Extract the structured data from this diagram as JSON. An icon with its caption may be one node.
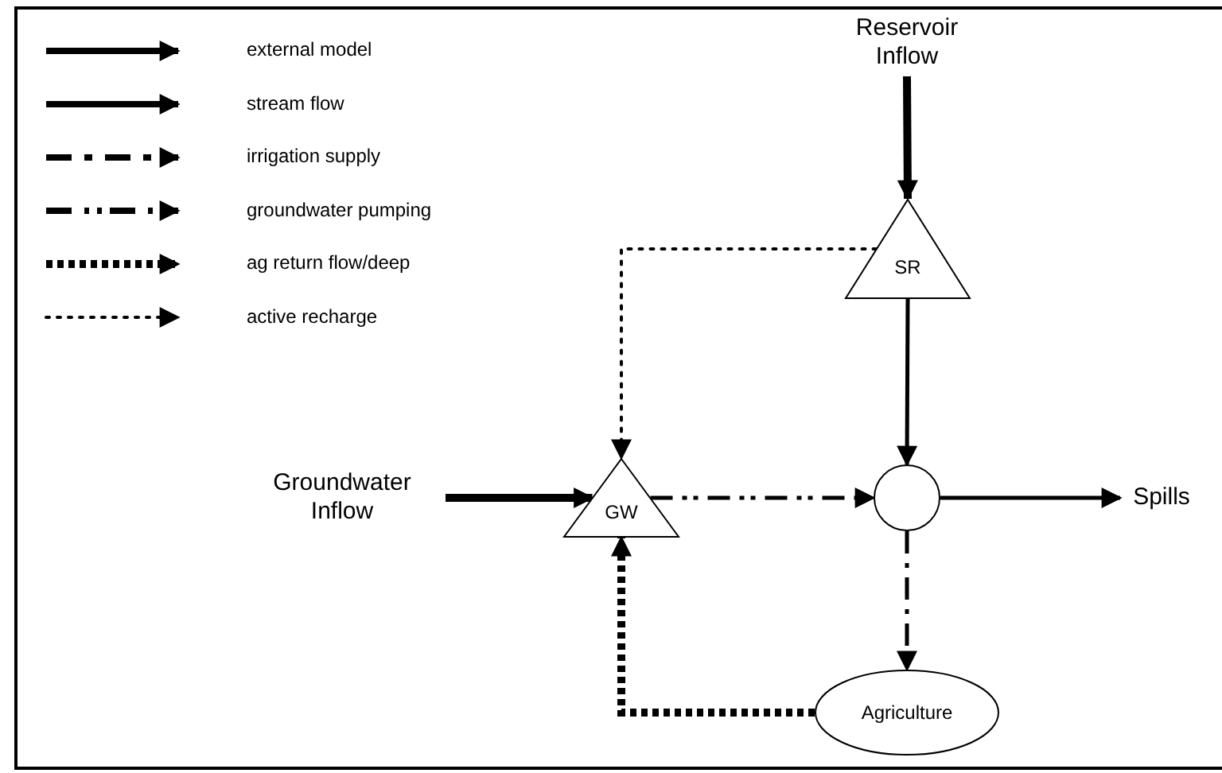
{
  "diagram": {
    "nodes": [
      {
        "text": [
          "Reservoir Inflow"
        ]
      },
      {
        "text": [
          "SR"
        ]
      },
      {
        "text": [
          "Groundwater Inflow"
        ]
      },
      {
        "text": [
          "GW"
        ]
      },
      {
        "text": [],
        "shape": "circle"
      },
      {
        "text": [
          "Spills"
        ]
      },
      {
        "text": [
          "Agriculture"
        ]
      }
    ],
    "edges": [
      {
        "from": 0,
        "to": 1,
        "arrow": "to",
        "style": "thick"
      },
      {
        "from": 1,
        "to": 3,
        "arrow": "to",
        "style": "dashed"
      },
      {
        "from": 2,
        "to": 3,
        "arrow": "to",
        "style": "thick"
      },
      {
        "from": 1,
        "to": 4,
        "arrow": "to"
      },
      {
        "from": 3,
        "to": 4,
        "arrow": "to",
        "style": "dashed"
      },
      {
        "from": 4,
        "to": 5,
        "arrow": "to"
      },
      {
        "from": 4,
        "to": 6,
        "arrow": "to",
        "style": "dashed"
      },
      {
        "from": 6,
        "to": 3,
        "arrow": "to",
        "style": "dashed"
      }
    ],
    "legend": [
      {
        "text": "external model"
      },
      {
        "text": "stream flow"
      },
      {
        "text": "irrigation supply"
      },
      {
        "text": "groundwater pumping"
      },
      {
        "text": "ag return flow/deep"
      },
      {
        "text": "active recharge"
      }
    ]
  }
}
